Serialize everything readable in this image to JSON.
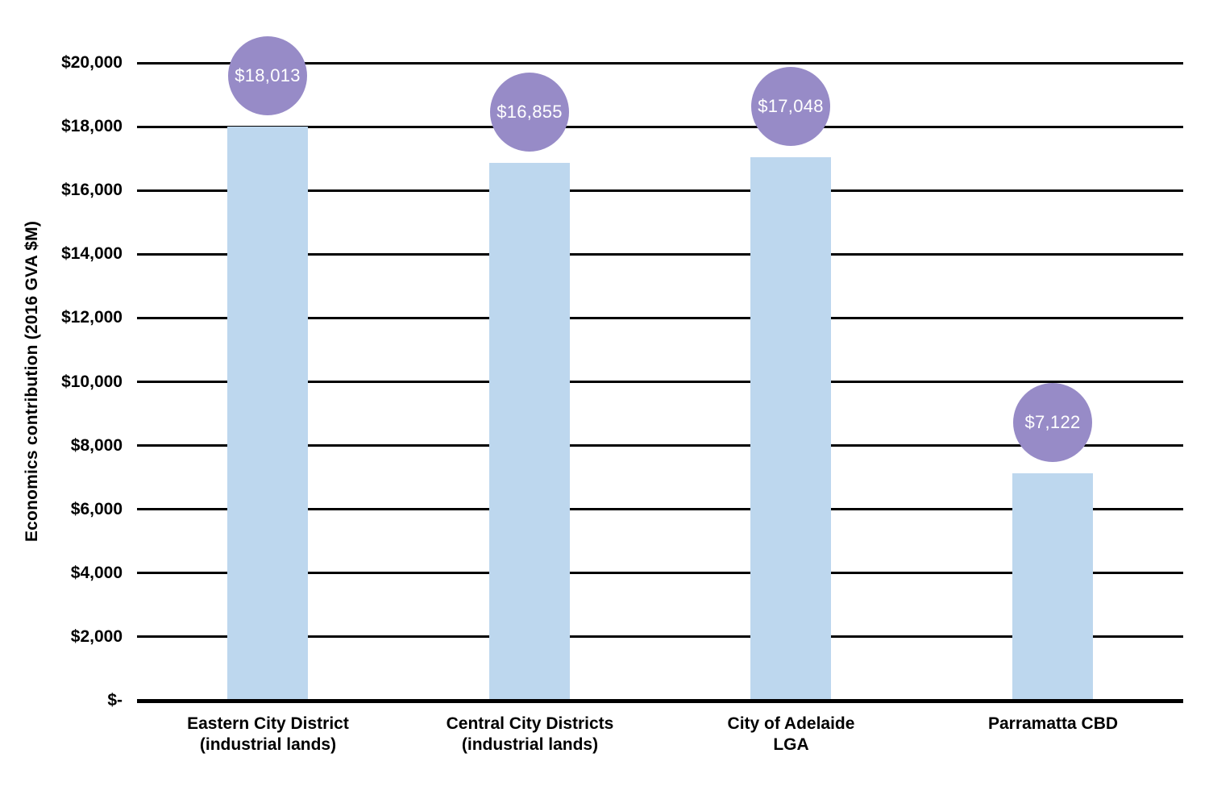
{
  "chart_data": {
    "type": "bar",
    "title": "",
    "xlabel": "",
    "ylabel": "Economics contribution (2016 GVA $M)",
    "ylim": [
      0,
      20000
    ],
    "ytick_step": 2000,
    "grid": true,
    "legend": "none",
    "yticks": [
      "$20,000",
      "$18,000",
      "$16,000",
      "$14,000",
      "$12,000",
      "$10,000",
      "$8,000",
      "$6,000",
      "$4,000",
      "$2,000",
      "$-"
    ],
    "categories": [
      {
        "lines": [
          "Eastern City District",
          "(industrial lands)"
        ]
      },
      {
        "lines": [
          "Central City Districts",
          "(industrial lands)"
        ]
      },
      {
        "lines": [
          "City of Adelaide",
          "LGA"
        ]
      },
      {
        "lines": [
          "Parramatta CBD"
        ]
      }
    ],
    "values": [
      18013,
      16855,
      17048,
      7122
    ],
    "value_labels": [
      "$18,013",
      "$16,855",
      "$17,048",
      "$7,122"
    ],
    "colors": {
      "bar": "#BDD7EE",
      "bubble": "#978BC7",
      "bubble_text": "#FFFFFF",
      "gridline": "#000000",
      "axis_text": "#000000",
      "background": "#FFFFFF"
    }
  }
}
